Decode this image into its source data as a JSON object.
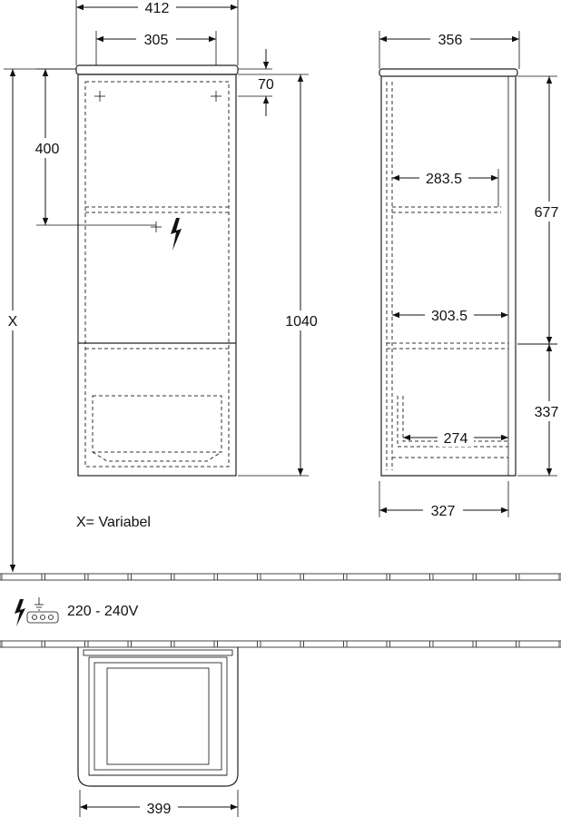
{
  "dimensions": {
    "front_width": "412",
    "front_inner_width": "305",
    "front_height": "1040",
    "front_upper": "400",
    "top_offset": "70",
    "variable_label": "X",
    "side_depth": "356",
    "shelf_upper": "283.5",
    "shelf_lower": "303.5",
    "side_upper_height": "677",
    "side_lower_height": "337",
    "drawer_depth": "274",
    "side_bottom_depth": "327",
    "plan_width": "399"
  },
  "notes": {
    "variable_note": "X= Variabel",
    "voltage": "220 - 240V"
  },
  "icons": {
    "electric": "lightning-icon",
    "socket": "socket-icon"
  }
}
